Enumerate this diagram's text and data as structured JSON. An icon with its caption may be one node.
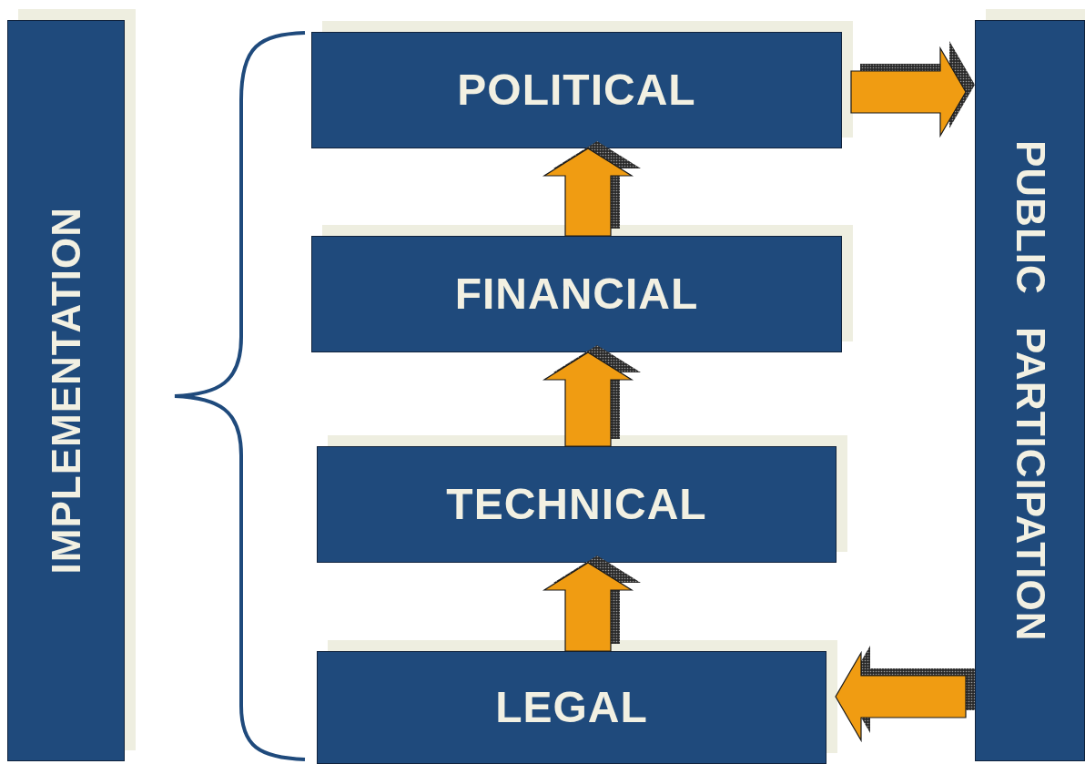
{
  "diagram": {
    "nodes": [
      {
        "text": [
          "IMPLEMENTATION"
        ]
      },
      {
        "text": [
          "POLITICAL"
        ]
      },
      {
        "text": [
          "FINANCIAL"
        ]
      },
      {
        "text": [
          "TECHNICAL"
        ]
      },
      {
        "text": [
          "LEGAL"
        ]
      },
      {
        "text": [
          "PUBLIC PARTICIPATION"
        ]
      }
    ],
    "edges": [
      {
        "from": 4,
        "to": 3,
        "arrow": "to"
      },
      {
        "from": 3,
        "to": 2,
        "arrow": "to"
      },
      {
        "from": 2,
        "to": 1,
        "arrow": "to"
      },
      {
        "from": 1,
        "to": 5,
        "arrow": "to"
      },
      {
        "from": 5,
        "to": 4,
        "arrow": "to"
      }
    ]
  }
}
